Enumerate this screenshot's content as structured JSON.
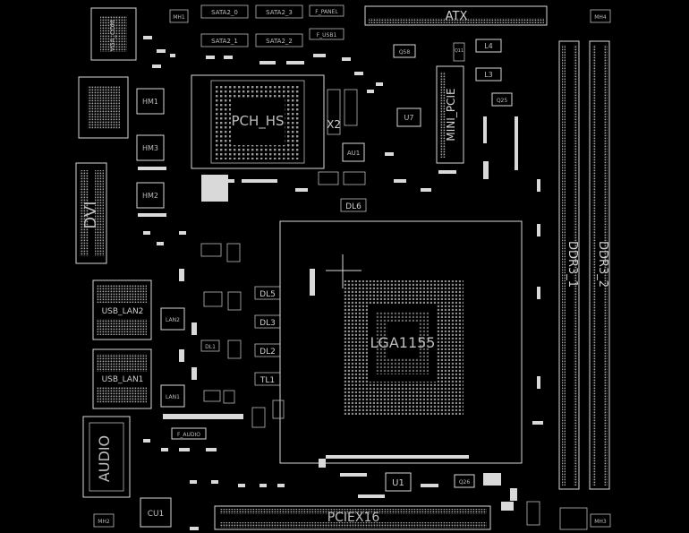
{
  "connectors": {
    "atx": "ATX",
    "pciex16": "PCIEX16",
    "mini_pcie": "MINI_PCIE",
    "ddr3_1": "DDR3_1",
    "ddr3_2": "DDR3_2",
    "dvi": "DVI",
    "audio": "AUDIO",
    "usb_lan2": "USB_LAN2",
    "usb_lan1": "USB_LAN1",
    "vga_com": "VGA_COM",
    "f_audio": "F_AUDIO",
    "f_panel": "F_PANEL",
    "f_usb1": "F_USB1"
  },
  "chips": {
    "pch": "PCH_HS",
    "cpu_socket": "LGA1155",
    "x2": "X2",
    "au1": "AU1",
    "u7": "U7",
    "u1": "U1",
    "cu1": "CU1",
    "hm1": "HM1",
    "hm2": "HM2",
    "hm3": "HM3",
    "lan1": "LAN1",
    "lan2": "LAN2",
    "q58": "Q58",
    "q25": "Q25",
    "q26": "Q26",
    "q11": "Q11",
    "l3": "L3",
    "l4": "L4",
    "dl1": "DL1",
    "dl2": "DL2",
    "dl3": "DL3",
    "dl5": "DL5",
    "dl6": "DL6",
    "tl1": "TL1",
    "mh1": "MH1",
    "mh2": "MH2",
    "mh3": "MH3",
    "mh4": "MH4",
    "sata2_0": "SATA2_0",
    "sata2_1": "SATA2_1",
    "sata2_2": "SATA2_2",
    "sata2_3": "SATA2_3"
  }
}
